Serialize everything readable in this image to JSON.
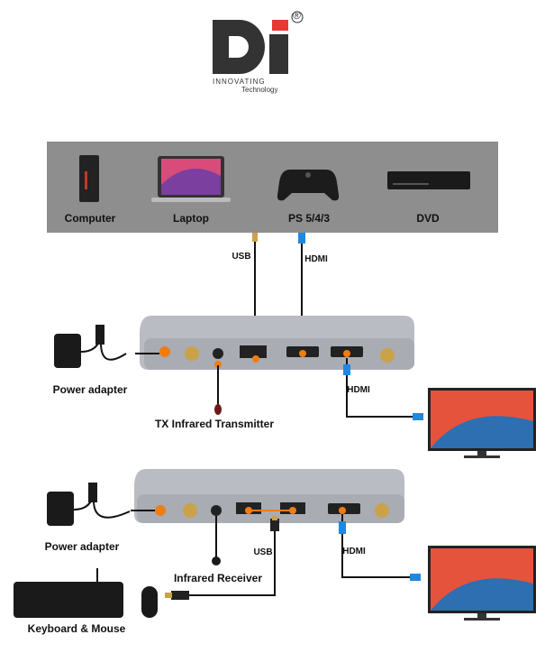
{
  "logo": {
    "text": "Di",
    "registered": "®",
    "tagline_top": "INNOVATING",
    "tagline_bottom": "Technology"
  },
  "sources": {
    "items": [
      {
        "label": "Computer",
        "icon": "computer-icon"
      },
      {
        "label": "Laptop",
        "icon": "laptop-icon"
      },
      {
        "label": "PS 5/4/3",
        "icon": "gamepad-icon"
      },
      {
        "label": "DVD",
        "icon": "dvd-player-icon"
      }
    ]
  },
  "transmitter": {
    "usb_label": "USB",
    "hdmi_in_label": "HDMI",
    "hdmi_out_label": "HDMI",
    "power_label": "Power adapter",
    "ir_label": "TX Infrared Transmitter"
  },
  "receiver": {
    "usb_label": "USB",
    "hdmi_out_label": "HDMI",
    "power_label": "Power adapter",
    "ir_label": "Infrared Receiver",
    "peripherals_label": "Keyboard & Mouse"
  },
  "colors": {
    "accent": "#f07d14",
    "panel": "#8e8e8e",
    "logo_red": "#e53935",
    "logo_dark": "#333333",
    "hdmi_blue": "#1e88e5"
  }
}
